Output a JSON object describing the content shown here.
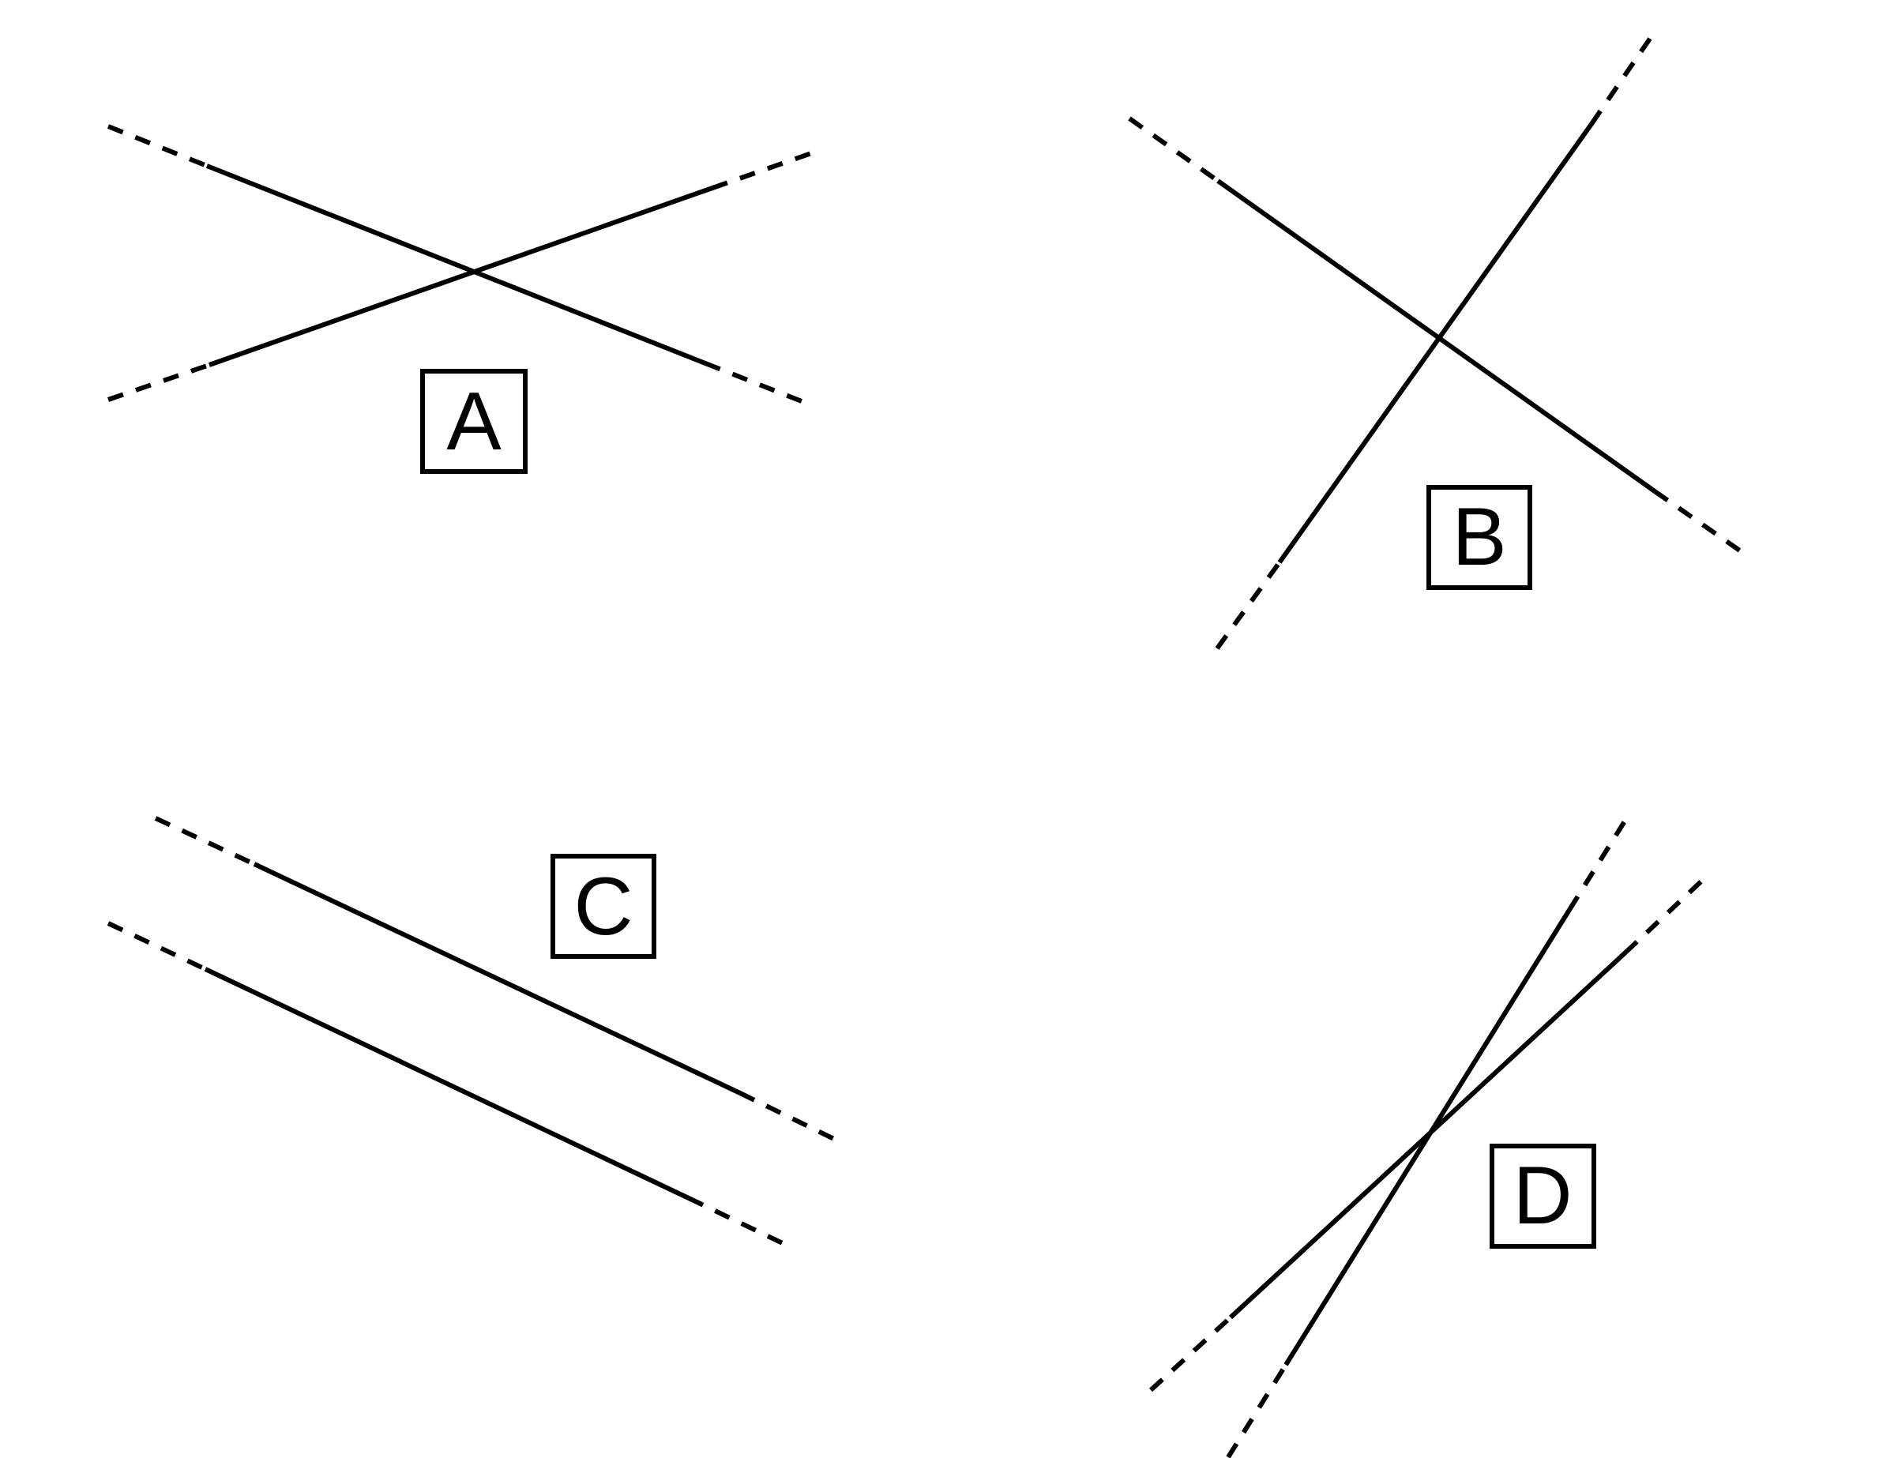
{
  "stroke_color": "#000000",
  "background_color": "#ffffff",
  "figures": [
    {
      "id": "A",
      "label": "A",
      "relationship": "intersecting"
    },
    {
      "id": "B",
      "label": "B",
      "relationship": "intersecting"
    },
    {
      "id": "C",
      "label": "C",
      "relationship": "parallel"
    },
    {
      "id": "D",
      "label": "D",
      "relationship": "intersecting"
    }
  ]
}
